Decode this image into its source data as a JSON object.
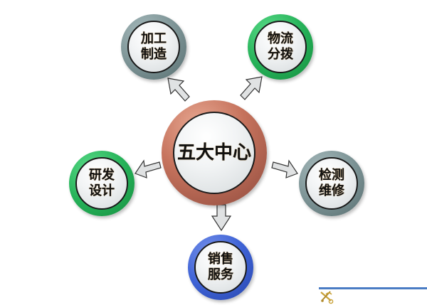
{
  "diagram": {
    "center": {
      "label": "五大中心",
      "ring_color": "#c5725c"
    },
    "nodes": [
      {
        "id": "manufacturing",
        "label": "加工\n制造",
        "ring_color": "#7e9597"
      },
      {
        "id": "logistics",
        "label": "物流\n分拨",
        "ring_color": "#27b35a"
      },
      {
        "id": "rnd",
        "label": "研发\n设计",
        "ring_color": "#27b35a"
      },
      {
        "id": "inspection",
        "label": "检测\n维修",
        "ring_color": "#7e9597"
      },
      {
        "id": "sales",
        "label": "销售\n服务",
        "ring_color": "#3f63d6"
      }
    ],
    "arrow_color": "#e4e6e7",
    "footer_line_color": "#4a7cc4",
    "footer_icon": "anchor-logo-icon"
  }
}
